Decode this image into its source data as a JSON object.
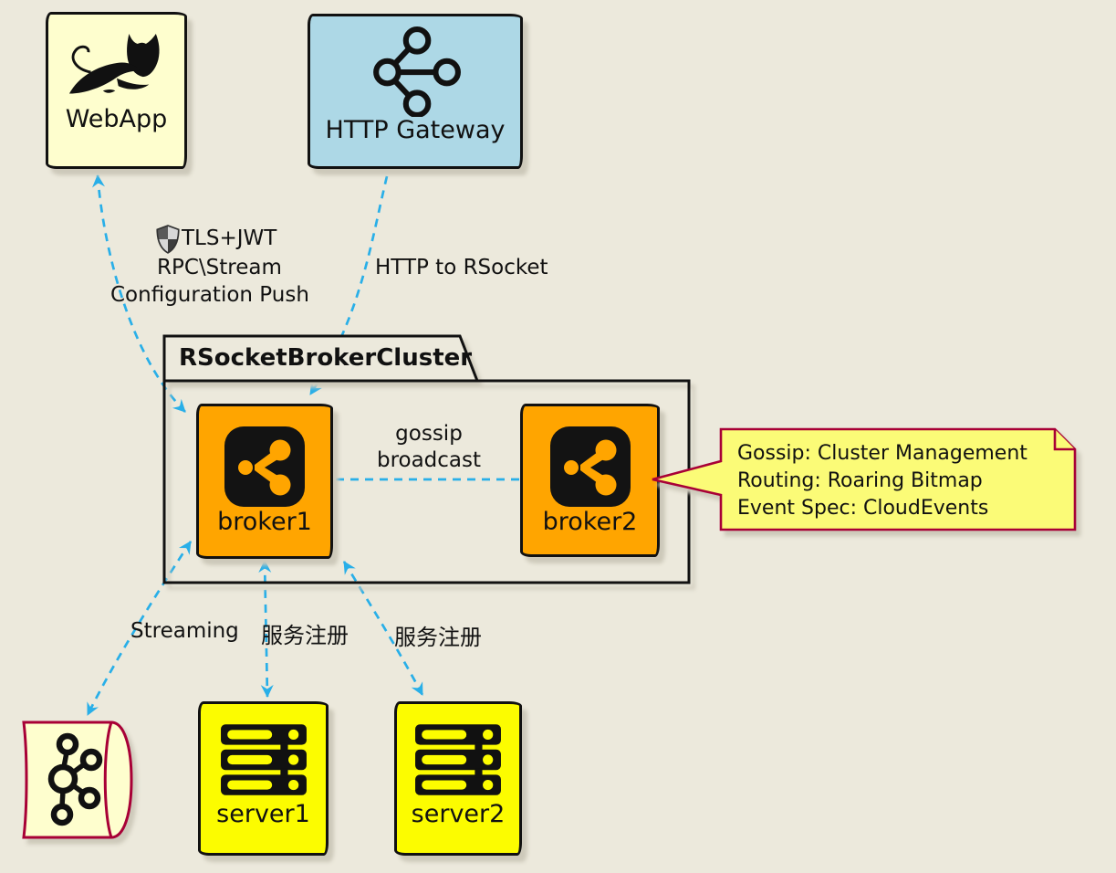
{
  "package": {
    "title": "RSocketBrokerCluster"
  },
  "nodes": {
    "webapp": {
      "label": "WebApp",
      "fill": "#FEFECE",
      "icon": "tomcat-icon"
    },
    "gateway": {
      "label": "HTTP Gateway",
      "fill": "#ADD8E6",
      "icon": "share-network-icon"
    },
    "broker1": {
      "label": "broker1",
      "fill": "#FFA500",
      "icon": "share-icon"
    },
    "broker2": {
      "label": "broker2",
      "fill": "#FFA500",
      "icon": "share-icon"
    },
    "queue": {
      "fill": "#FEFECE",
      "border": "#A80036",
      "icon": "kafka-icon"
    },
    "server1": {
      "label": "server1",
      "fill": "#FCFC00",
      "icon": "server-rack-icon"
    },
    "server2": {
      "label": "server2",
      "fill": "#FCFC00",
      "icon": "server-rack-icon"
    }
  },
  "edges": {
    "webapp_broker1": {
      "line1": "TLS+JWT",
      "line2": "RPC\\Stream",
      "line3": "Configuration Push",
      "icon": "shield-icon",
      "arrows": "both"
    },
    "gateway_broker1": {
      "label": "HTTP to RSocket",
      "arrows": "end"
    },
    "broker1_broker2": {
      "line1": "gossip",
      "line2": "broadcast",
      "arrows": "none"
    },
    "broker1_queue": {
      "label": "Streaming",
      "arrows": "both"
    },
    "broker1_server1": {
      "label": "服务注册",
      "arrows": "both"
    },
    "broker1_server2": {
      "label": "服务注册",
      "arrows": "both"
    }
  },
  "note": {
    "lines": [
      "Gossip: Cluster Management",
      "Routing: Roaring Bitmap",
      "Event Spec: CloudEvents"
    ],
    "fill": "#FBFB77",
    "border": "#A80036"
  },
  "colors": {
    "background": "#ECE9DC",
    "arrow": "#29AFE8",
    "outline": "#111111",
    "broker_fill": "#FFA500",
    "server_fill": "#FCFC00",
    "webapp_fill": "#FEFECE",
    "gateway_fill": "#ADD8E6",
    "note_fill": "#FBFB77",
    "note_border": "#A80036"
  }
}
